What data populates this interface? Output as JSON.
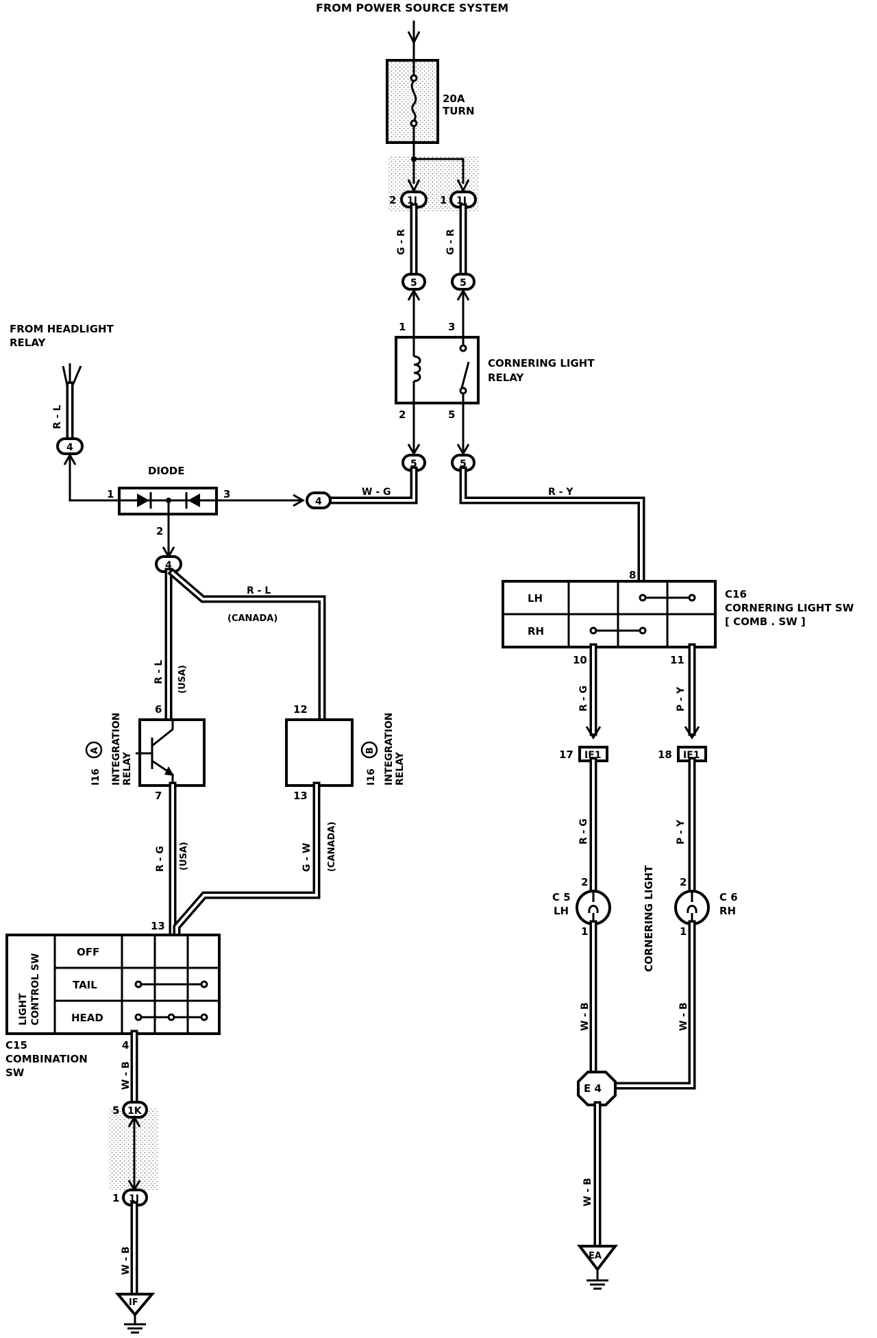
{
  "power_source": "FROM POWER SOURCE SYSTEM",
  "fuse": {
    "rating": "20A",
    "name": "TURN"
  },
  "headlight_source": {
    "line1": "FROM HEADLIGHT",
    "line2": "RELAY"
  },
  "diode": {
    "label": "DIODE",
    "pin_in": "1",
    "pin_out": "3",
    "pin_mid": "2"
  },
  "cornering_relay": {
    "line1": "CORNERING LIGHT",
    "line2": "RELAY",
    "pin1": "1",
    "pin2": "2",
    "pin3": "3",
    "pin5": "5"
  },
  "connectors": {
    "c_1i": "1I",
    "c_5": "5",
    "c_4": "4",
    "c_ie1": "IE1",
    "c_1k": "1K",
    "c_1j": "1J",
    "e4": "E 4",
    "ground_if": "IF",
    "ground_ea": "EA"
  },
  "pins": {
    "p1": "1",
    "p2": "2",
    "p3": "3",
    "p4": "4",
    "p5": "5",
    "p6": "6",
    "p7": "7",
    "p8": "8",
    "p10": "10",
    "p11": "11",
    "p12": "12",
    "p13": "13",
    "p17": "17",
    "p18": "18"
  },
  "wire_colors": {
    "g_r": "G - R",
    "r_l": "R - L",
    "w_g": "W - G",
    "r_y": "R - Y",
    "r_g": "R - G",
    "g_w": "G - W",
    "p_y": "P - Y",
    "w_b": "W - B"
  },
  "regions": {
    "usa": "(USA)",
    "canada": "(CANADA)"
  },
  "integration_relay": {
    "code": "I16",
    "badge_a": "A",
    "badge_b": "B",
    "line1": "INTEGRATION",
    "line2": "RELAY"
  },
  "cornering_switch": {
    "code": "C16",
    "line1": "CORNERING LIGHT SW",
    "line2": "[ COMB . SW ]",
    "row_lh": "LH",
    "row_rh": "RH"
  },
  "combination_switch": {
    "code": "C15",
    "line1": "COMBINATION",
    "line2": "SW",
    "side_line1": "LIGHT",
    "side_line2": "CONTROL SW",
    "row_off": "OFF",
    "row_tail": "TAIL",
    "row_head": "HEAD"
  },
  "lights": {
    "group": "CORNERING LIGHT",
    "left_code": "C 5",
    "left_side": "LH",
    "right_code": "C 6",
    "right_side": "RH"
  }
}
